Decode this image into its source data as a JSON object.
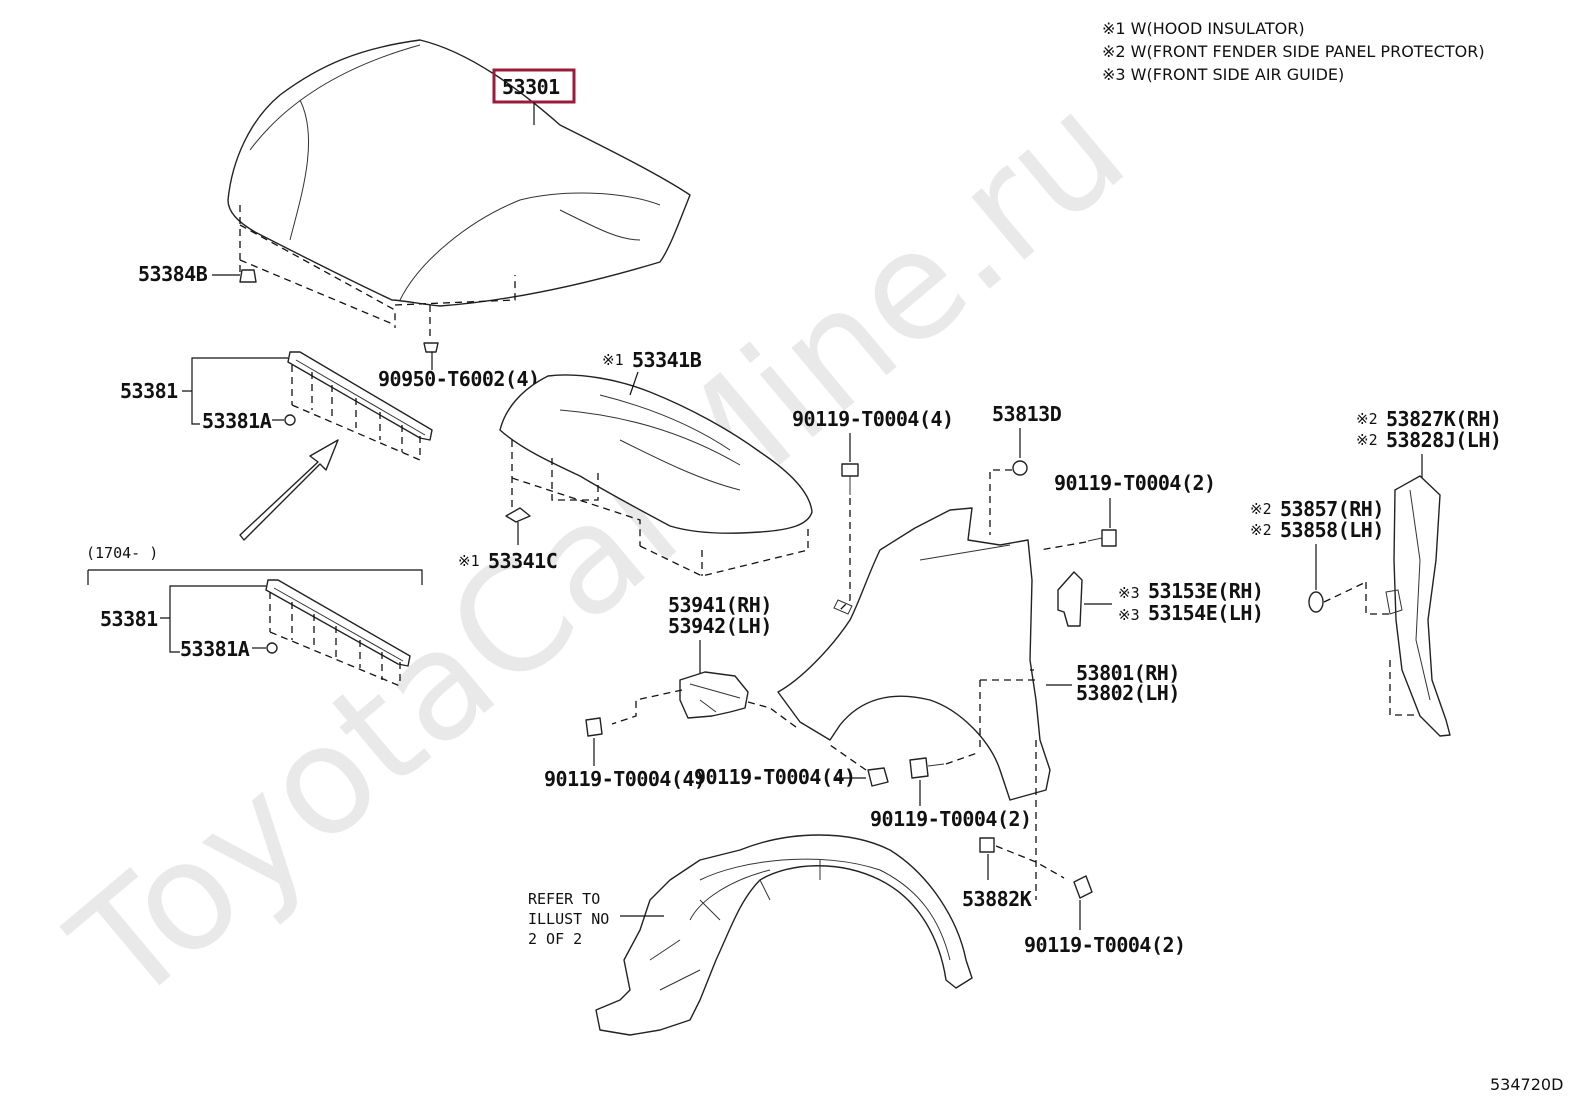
{
  "notes": [
    "※1 W(HOOD INSULATOR)",
    "※2 W(FRONT FENDER SIDE PANEL PROTECTOR)",
    "※3 W(FRONT SIDE AIR GUIDE)"
  ],
  "watermark": "ToyotaCarMine.ru",
  "diagram_code": "534720D",
  "date_range": "(1704-          )",
  "refer_note": [
    "REFER TO",
    "ILLUST NO",
    "2 OF 2"
  ],
  "parts": {
    "hood": "53301",
    "hood_cushion": "53384B",
    "seal_1": "53381",
    "seal_1a": "53381A",
    "clip_hood": "90950-T6002(4)",
    "insulator_mark": "※1",
    "insulator": "53341B",
    "insulator_clip_mark": "※1",
    "insulator_clip": "53341C",
    "seal_2": "53381",
    "seal_2a": "53381A",
    "bolt_a": "90119-T0004(4)",
    "clip_53813D": "53813D",
    "bolt_b": "90119-T0004(2)",
    "protector_mark_1": "※2",
    "protector_rh": "53827K(RH)",
    "protector_mark_2": "※2",
    "protector_lh": "53828J(LH)",
    "seal_mark_1": "※2",
    "seal_rh": "53857(RH)",
    "seal_mark_2": "※2",
    "seal_lh": "53858(LH)",
    "guide_mark_1": "※3",
    "guide_rh": "53153E(RH)",
    "guide_mark_2": "※3",
    "guide_lh": "53154E(LH)",
    "bracket_rh": "53941(RH)",
    "bracket_lh": "53942(LH)",
    "fender_rh": "53801(RH)",
    "fender_lh": "53802(LH)",
    "bolt_c": "90119-T0004(4)",
    "bolt_d": "90119-T0004(4)",
    "bolt_e": "90119-T0004(2)",
    "nut_53882K": "53882K",
    "bolt_f": "90119-T0004(2)"
  }
}
